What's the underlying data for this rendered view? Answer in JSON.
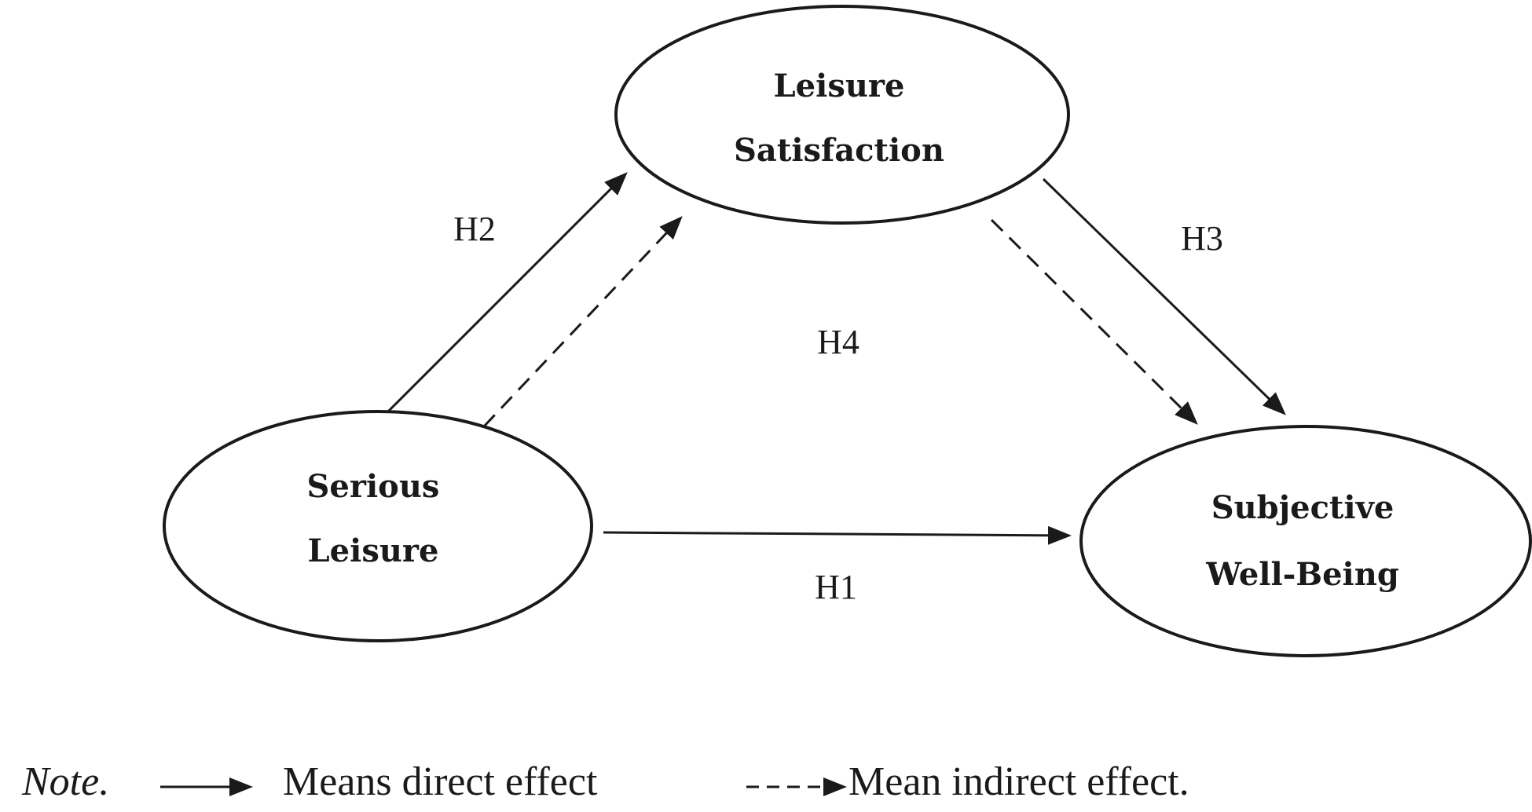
{
  "nodes": {
    "leisure_satisfaction": {
      "line1": "Leisure",
      "line2": "Satisfaction"
    },
    "serious_leisure": {
      "line1": "Serious",
      "line2": "Leisure"
    },
    "subjective_well_being": {
      "line1": "Subjective",
      "line2": "Well-Being"
    }
  },
  "edges": {
    "h1": {
      "label": "H1",
      "from": "Serious Leisure",
      "to": "Subjective Well-Being",
      "style": "direct"
    },
    "h2": {
      "label": "H2",
      "from": "Serious Leisure",
      "to": "Leisure Satisfaction",
      "style": "direct"
    },
    "h3": {
      "label": "H3",
      "from": "Leisure Satisfaction",
      "to": "Subjective Well-Being",
      "style": "direct"
    },
    "h4": {
      "label": "H4",
      "from": "Serious Leisure",
      "via": "Leisure Satisfaction",
      "to": "Subjective Well-Being",
      "style": "indirect"
    }
  },
  "note": {
    "prefix": "Note.",
    "direct_text": "Means direct effect",
    "indirect_text": "Mean indirect effect."
  },
  "colors": {
    "ink": "#1a1a1a",
    "background": "#ffffff"
  }
}
